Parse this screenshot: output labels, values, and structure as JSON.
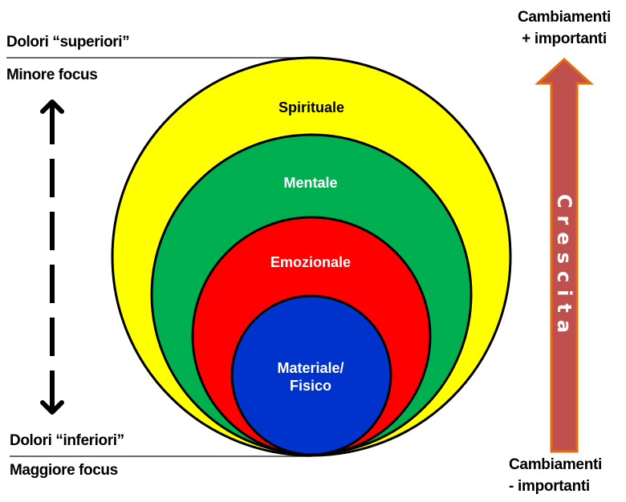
{
  "left": {
    "top_title": "Dolori “superiori”",
    "top_subtitle": "Minore focus",
    "bottom_title": "Dolori “inferiori”",
    "bottom_subtitle": "Maggiore focus",
    "arrow": "double-headed-dashed-vertical-arrow"
  },
  "right": {
    "top_line1": "Cambiamenti",
    "top_line2": "+ importanti",
    "bottom_line1": "Cambiamenti",
    "bottom_line2": "- importanti",
    "arrow_label": "Crescita",
    "arrow_fill": "#C0504D",
    "arrow_stroke": "#E46C0A"
  },
  "circles": [
    {
      "label": "Spirituale",
      "fill": "#FFFF00",
      "text_color": "#000000"
    },
    {
      "label": "Mentale",
      "fill": "#00B050",
      "text_color": "#FFFFFF"
    },
    {
      "label": "Emozionale",
      "fill": "#FF0000",
      "text_color": "#FFFFFF"
    },
    {
      "label_line1": "Materiale/",
      "label_line2": "Fisico",
      "fill": "#0033CC",
      "text_color": "#FFFFFF"
    }
  ]
}
